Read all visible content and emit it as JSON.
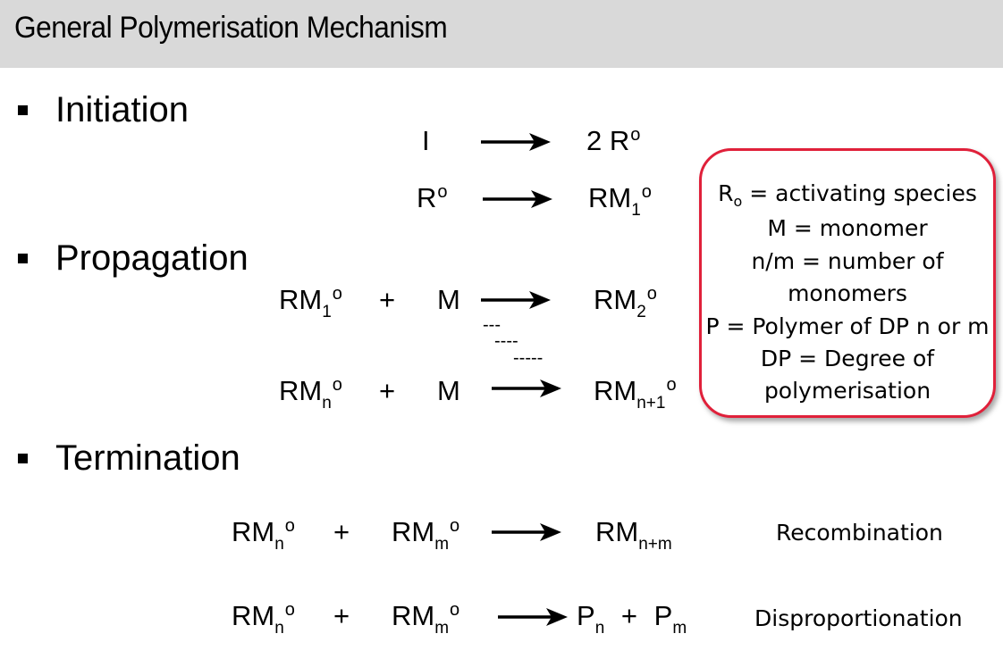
{
  "slide": {
    "title": "General Polymerisation Mechanism",
    "colors": {
      "header_bg": "#d9d9d9",
      "legend_border": "#e0203a"
    }
  },
  "sections": {
    "initiation": "Initiation",
    "propagation": "Propagation",
    "termination": "Termination"
  },
  "symbols": {
    "plus": "+",
    "radical": "o"
  },
  "initiation": {
    "r1": {
      "left": "I",
      "right": "2 R"
    },
    "r2": {
      "left": "R",
      "right": "RM",
      "right_sub": "1"
    }
  },
  "propagation": {
    "r1": {
      "left": "RM",
      "left_sub": "1",
      "mid": "M",
      "right": "RM",
      "right_sub": "2"
    },
    "dashes": [
      "---",
      "----",
      "-----"
    ],
    "r2": {
      "left": "RM",
      "left_sub": "n",
      "mid": "M",
      "right": "RM",
      "right_sub": "n+1"
    }
  },
  "termination": {
    "r1": {
      "a": "RM",
      "a_sub": "n",
      "b": "RM",
      "b_sub": "m",
      "right": "RM",
      "right_sub": "n+m",
      "note": "Recombination"
    },
    "r2": {
      "a": "RM",
      "a_sub": "n",
      "b": "RM",
      "b_sub": "m",
      "p1": "P",
      "p1_sub": "n",
      "p2": "P",
      "p2_sub": "m",
      "note": "Disproportionation"
    }
  },
  "legend": {
    "line1_symbol": "R",
    "line1_sub": "o",
    "line1_rest": " = activating species",
    "line2": "M = monomer",
    "line3": "n/m = number of",
    "line4": "monomers",
    "line5": "P = Polymer of DP n or m",
    "line6": "DP = Degree of",
    "line7": "polymerisation"
  }
}
